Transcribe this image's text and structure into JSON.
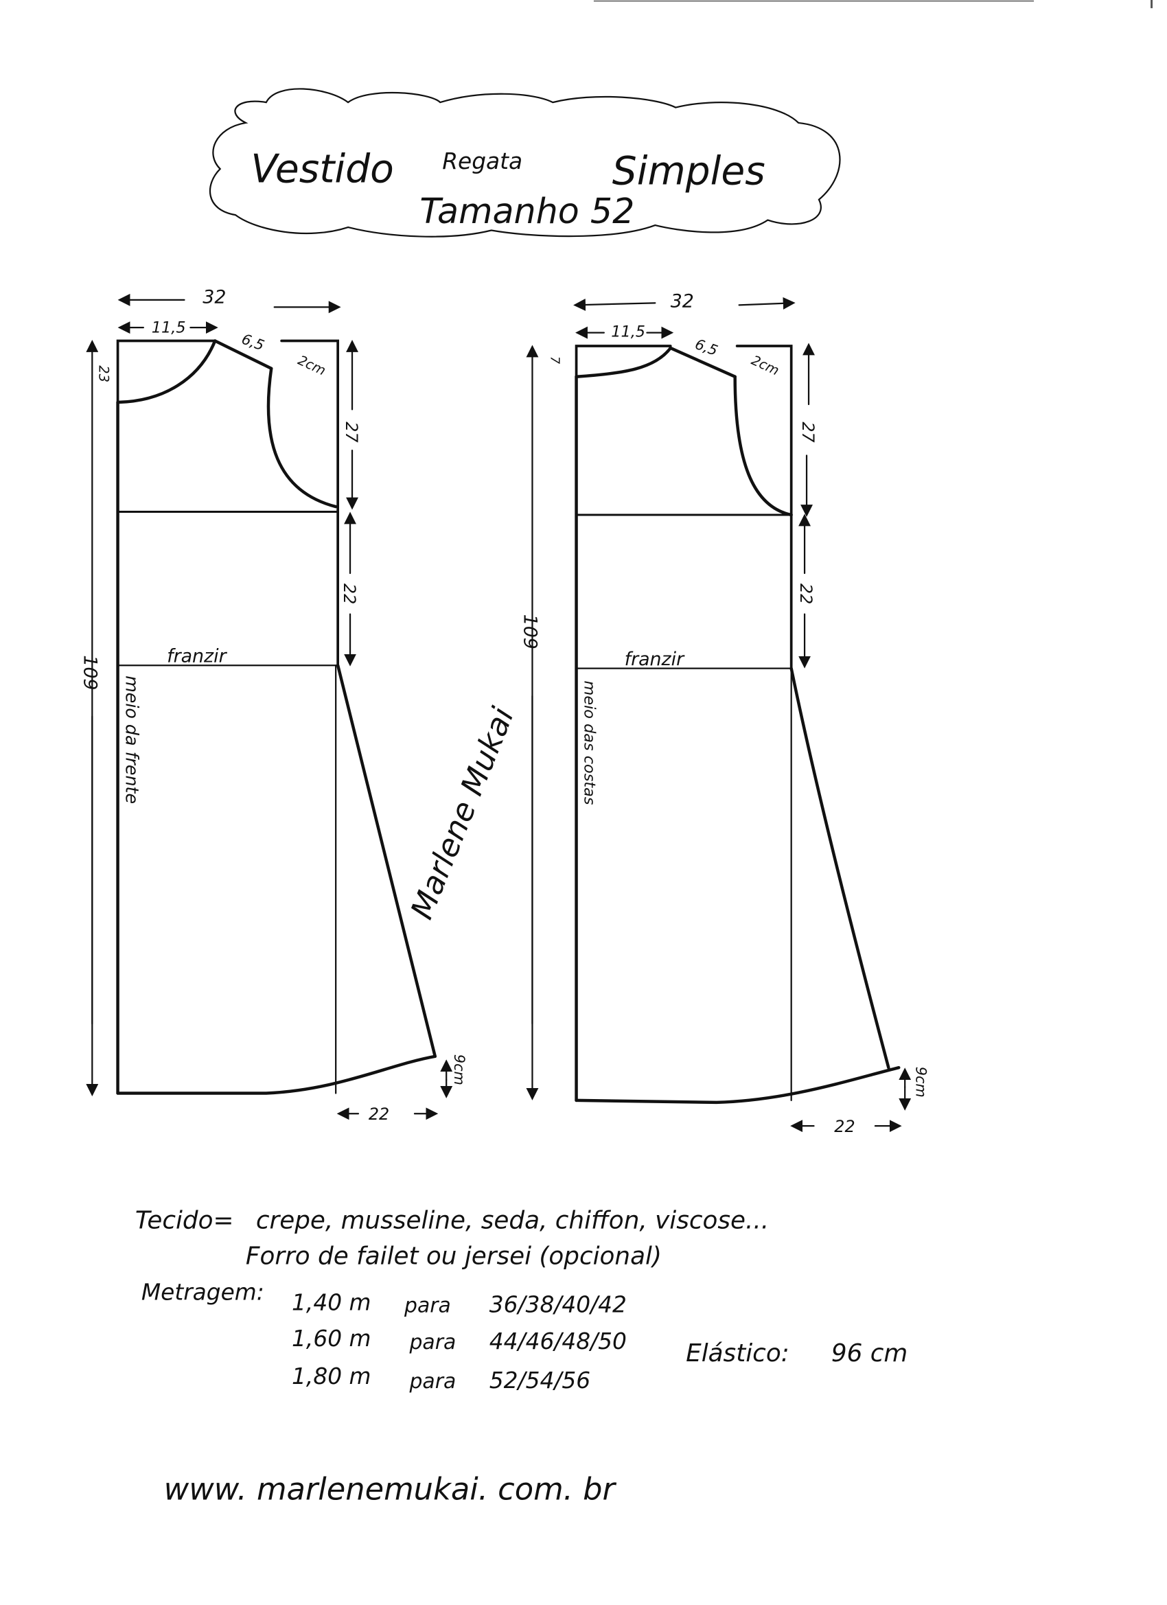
{
  "title": {
    "line1_a": "Vestido",
    "line1_b": "Regata",
    "line1_c": "Simples",
    "line2": "Tamanho 52"
  },
  "front": {
    "width": "32",
    "neck_width": "11,5",
    "shoulder": "6,5",
    "shoulder_drop": "2cm",
    "neck_depth": "23",
    "armhole": "27",
    "waist_to_gather": "22",
    "length": "109",
    "gather_label": "franzir",
    "center_label": "meio da frente",
    "hem_rise": "9cm",
    "hem_extension": "22"
  },
  "back": {
    "width": "32",
    "neck_width": "11,5",
    "shoulder": "6,5",
    "shoulder_drop": "2cm",
    "neck_depth": "7",
    "armhole": "27",
    "waist_to_gather": "22",
    "length": "109",
    "gather_label": "franzir",
    "center_label": "meio das costas",
    "hem_rise": "9cm",
    "hem_extension": "22"
  },
  "signature": "Marlene Mukai",
  "notes": {
    "fabric_label": "Tecido=",
    "fabric_list": "crepe, musseline, seda, chiffon, viscose...",
    "lining": "Forro de failet ou jersei (opcional)",
    "yardage_label": "Metragem:",
    "yardage": [
      {
        "amount": "1,40 m",
        "for": "para",
        "sizes": "36/38/40/42"
      },
      {
        "amount": "1,60 m",
        "for": "para",
        "sizes": "44/46/48/50"
      },
      {
        "amount": "1,80 m",
        "for": "para",
        "sizes": "52/54/56"
      }
    ],
    "elastic_label": "Elástico:",
    "elastic_value": "96 cm"
  },
  "website": "www. marlenemukai. com. br"
}
